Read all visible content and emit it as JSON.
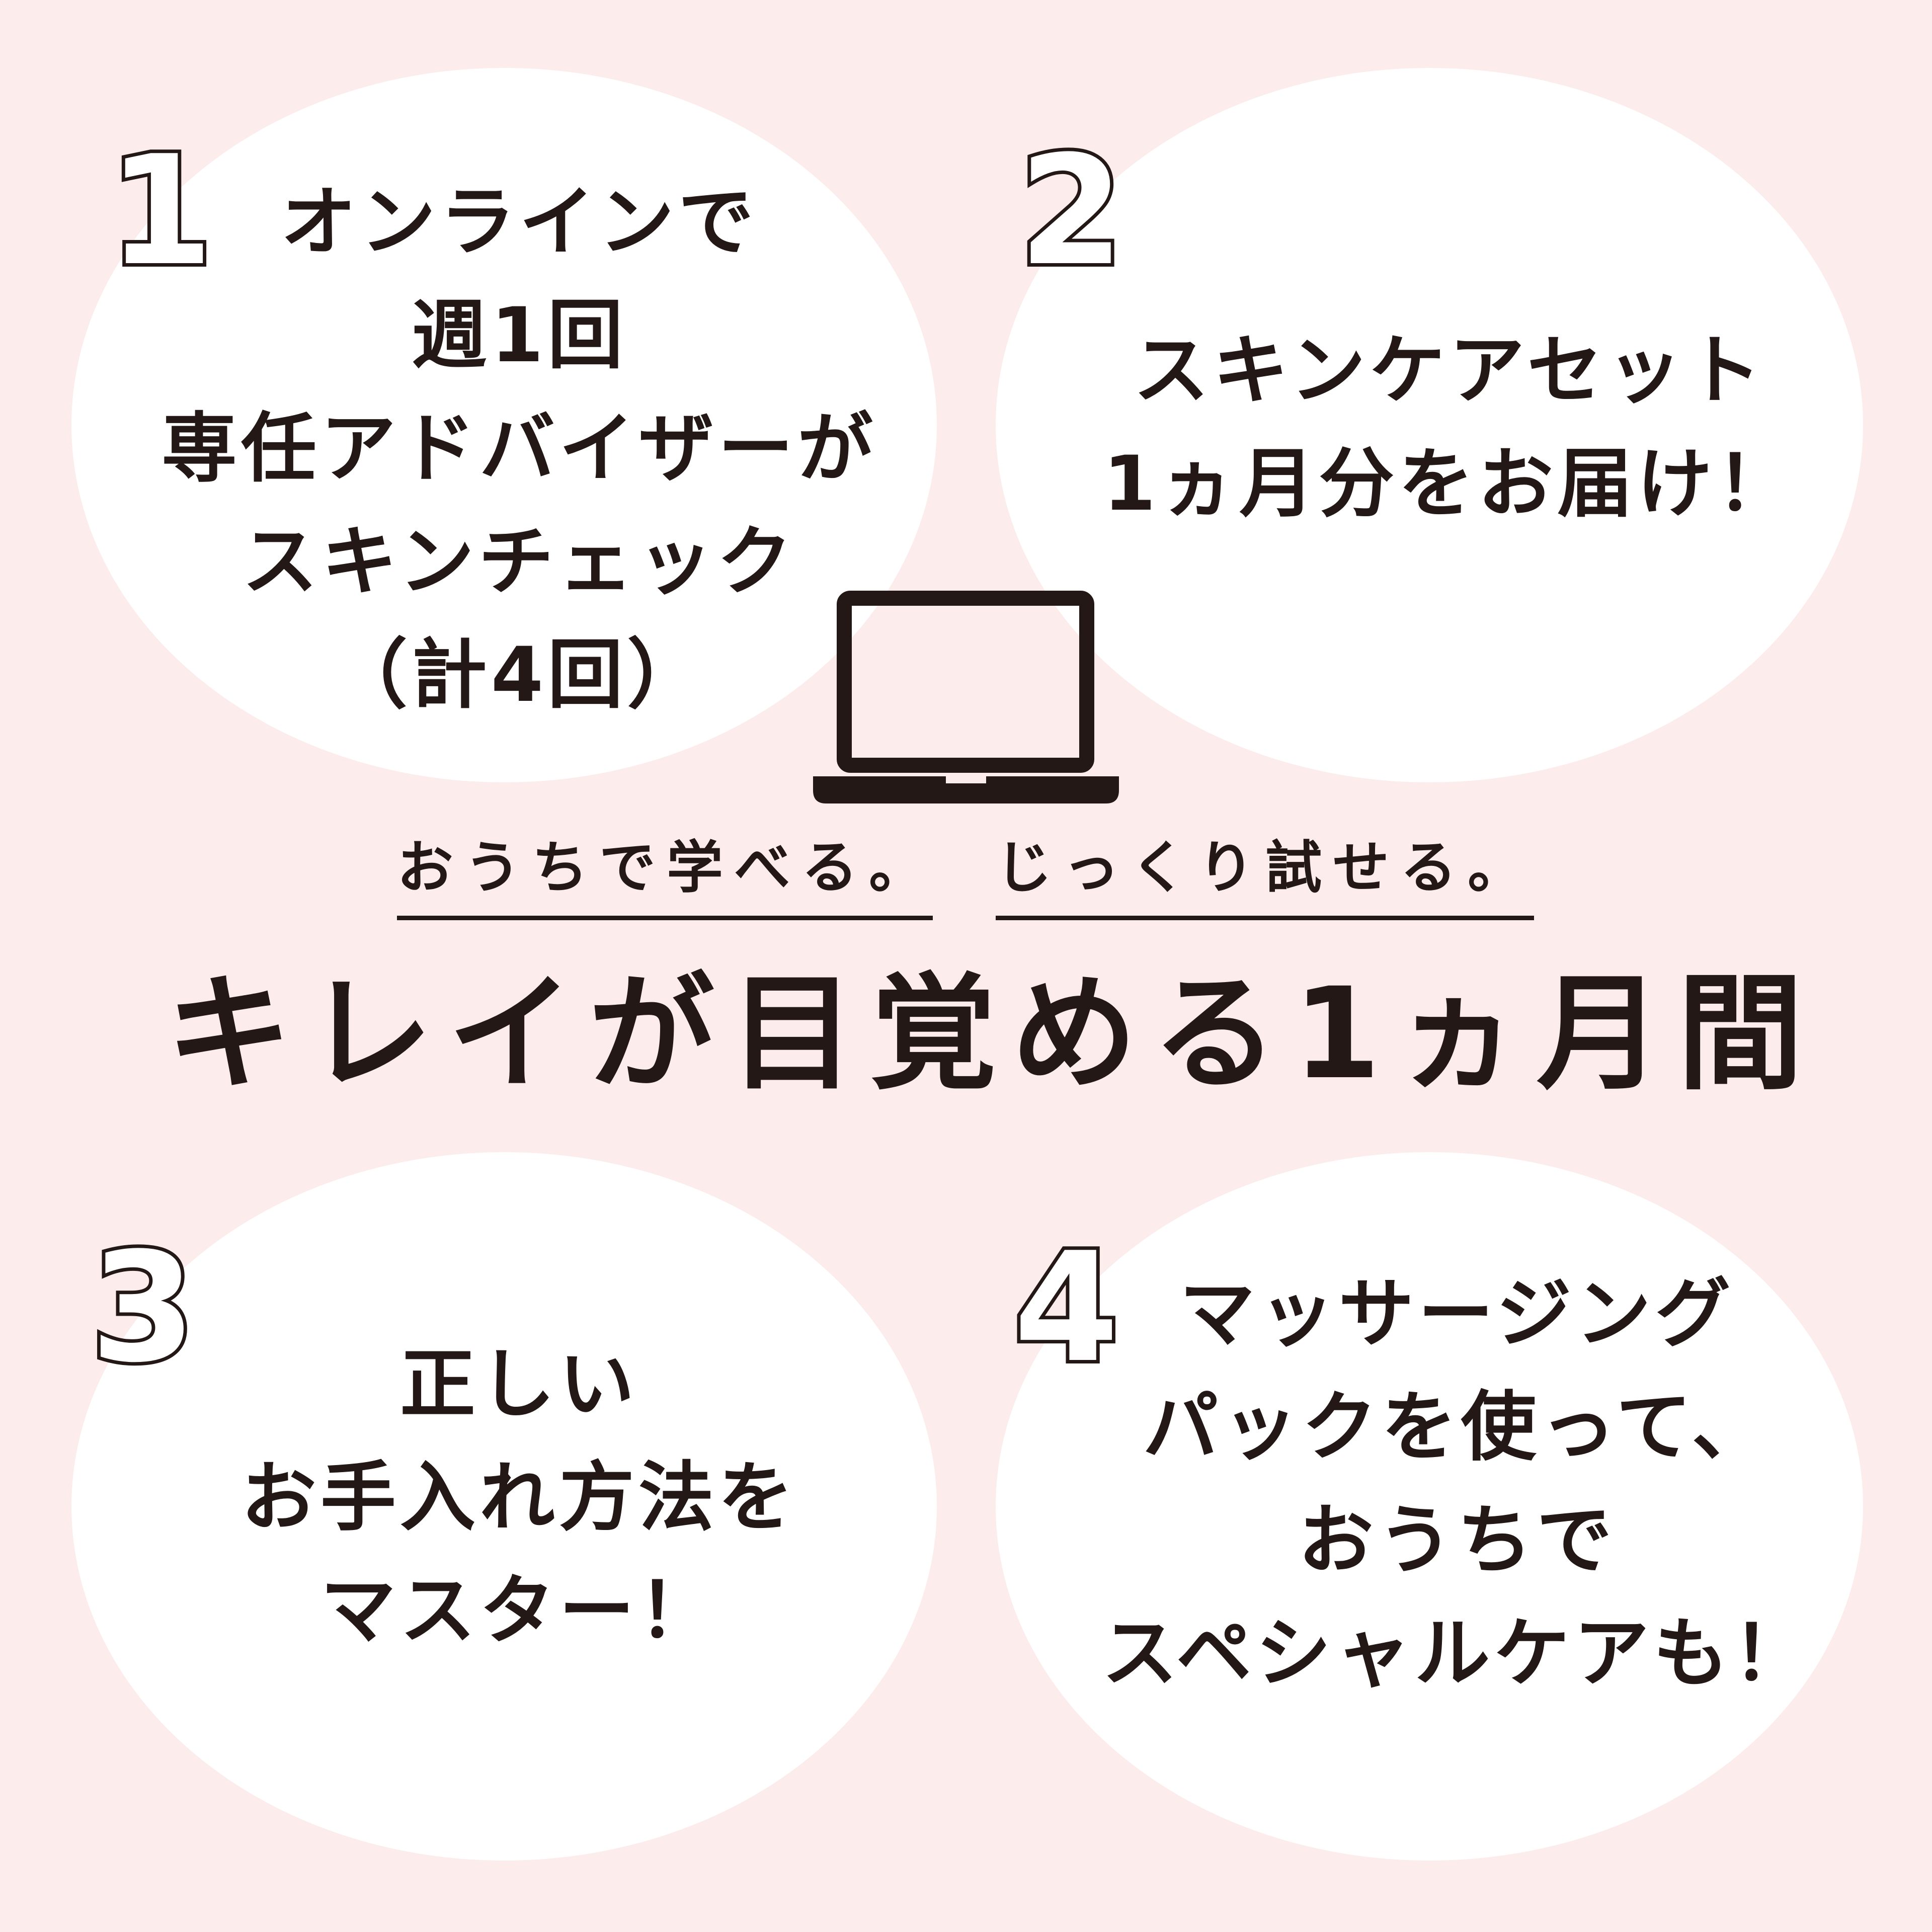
{
  "colors": {
    "background": "#fcecec",
    "bubble": "#ffffff",
    "ink": "#231815"
  },
  "features": [
    {
      "number": "1",
      "lines": [
        "オンラインで",
        "週1回",
        "専任アドバイザーが",
        "スキンチェック",
        "（計4回）"
      ]
    },
    {
      "number": "2",
      "lines": [
        "スキンケアセット",
        "1ヵ月分をお届け！"
      ]
    },
    {
      "number": "3",
      "lines": [
        "正しい",
        "お手入れ方法を",
        "マスター！"
      ]
    },
    {
      "number": "4",
      "lines": [
        "マッサージング",
        "パックを使って、",
        "おうちで",
        "スペシャルケアも！"
      ]
    }
  ],
  "center": {
    "icon": "laptop-icon",
    "tagline_left": "おうちで学べる。",
    "tagline_right": "じっくり試せる。",
    "headline": "キレイが目覚める1ヵ月間"
  }
}
